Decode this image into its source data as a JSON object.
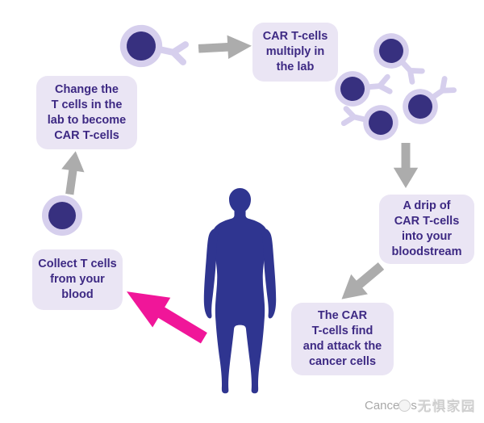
{
  "diagram": {
    "subject": "CAR T-cell therapy cycle"
  },
  "steps": {
    "collect": "Collect T cells\nfrom your\nblood",
    "change": "Change the\nT cells in the\nlab to become\nCAR T-cells",
    "multiply": "CAR T-cells\nmultiply in\nthe lab",
    "drip": "A drip of\nCAR T-cells\ninto your\nbloodstream",
    "attack": "The CAR\nT-cells find\nand attack the\ncancer cells"
  },
  "watermark": {
    "latin": "Cance",
    "suffix": "s",
    "chinese": "无惧家园"
  },
  "colors": {
    "box_bg": "#EAE5F4",
    "box_text": "#3D2983",
    "cell_inner": "#37307F",
    "cell_outer": "#D6CFED",
    "body": "#2F3590",
    "arrow_gray": "#ACACAC",
    "arrow_pink": "#F01699",
    "watermark_gray": "#A8A8A8",
    "watermark_cn": "#CFCFCF"
  }
}
